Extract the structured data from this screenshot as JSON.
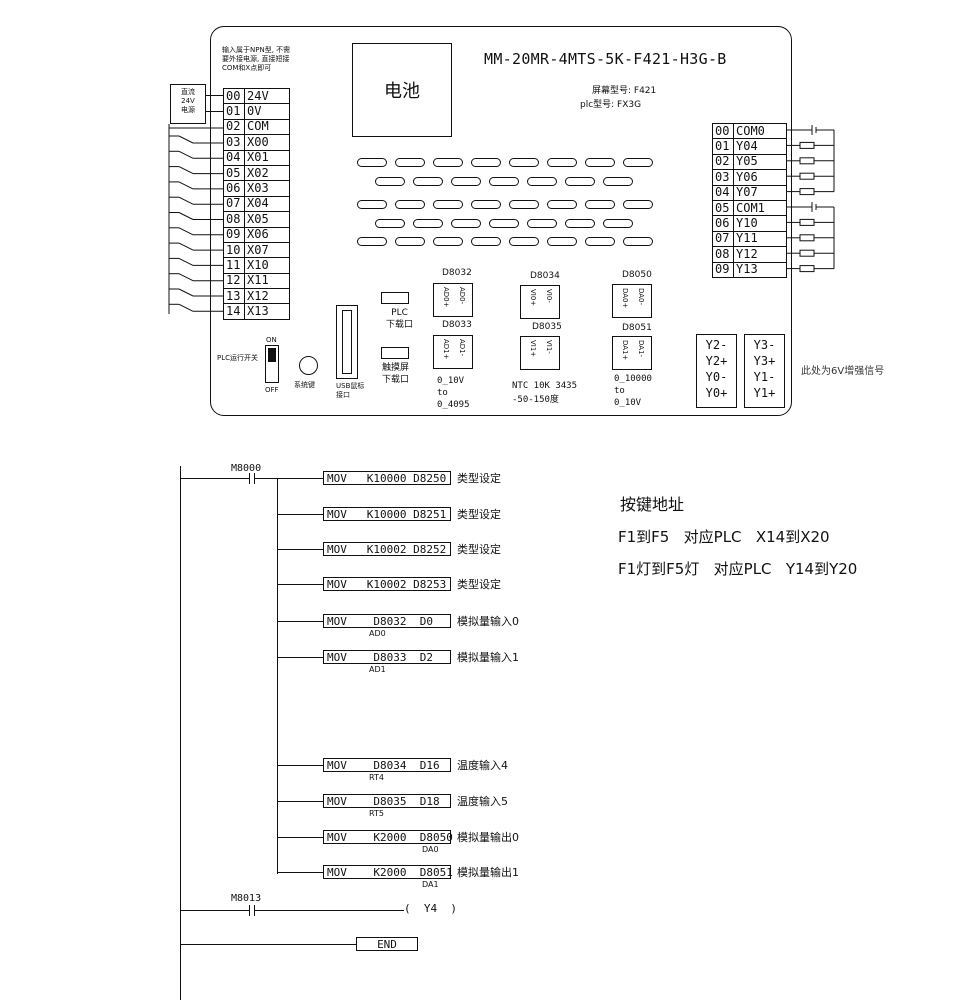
{
  "board": {
    "model": "MM-20MR-4MTS-5K-F421-H3G-B",
    "screen_model": "屏幕型号: F421",
    "plc_model": "plc型号: FX3G",
    "battery": "电池",
    "npn_note": [
      "输入属于NPN型, 不需",
      "要外接电源, 直接短接",
      "COM和X点即可"
    ],
    "dc_label": [
      "直流",
      "24V",
      "电源"
    ],
    "plc_run_switch": "PLC运行开关",
    "switch_on": "ON",
    "switch_off": "OFF",
    "system_key": "系统键",
    "usb_label": [
      "USB鼠标",
      "接口"
    ],
    "plc_download": [
      "PLC",
      "下载口"
    ],
    "touch_download": [
      "触摸屏",
      "下载口"
    ],
    "six_volt_note": "此处为6V增强信号"
  },
  "left_terminals": [
    {
      "n": "00",
      "l": "24V"
    },
    {
      "n": "01",
      "l": "0V"
    },
    {
      "n": "02",
      "l": "COM"
    },
    {
      "n": "03",
      "l": "X00"
    },
    {
      "n": "04",
      "l": "X01"
    },
    {
      "n": "05",
      "l": "X02"
    },
    {
      "n": "06",
      "l": "X03"
    },
    {
      "n": "07",
      "l": "X04"
    },
    {
      "n": "08",
      "l": "X05"
    },
    {
      "n": "09",
      "l": "X06"
    },
    {
      "n": "10",
      "l": "X07"
    },
    {
      "n": "11",
      "l": "X10"
    },
    {
      "n": "12",
      "l": "X11"
    },
    {
      "n": "13",
      "l": "X12"
    },
    {
      "n": "14",
      "l": "X13"
    }
  ],
  "right_terminals": [
    {
      "n": "00",
      "l": "COM0"
    },
    {
      "n": "01",
      "l": "Y04"
    },
    {
      "n": "02",
      "l": "Y05"
    },
    {
      "n": "03",
      "l": "Y06"
    },
    {
      "n": "04",
      "l": "Y07"
    },
    {
      "n": "05",
      "l": "COM1"
    },
    {
      "n": "06",
      "l": "Y10"
    },
    {
      "n": "07",
      "l": "Y11"
    },
    {
      "n": "08",
      "l": "Y12"
    },
    {
      "n": "09",
      "l": "Y13"
    }
  ],
  "analog": {
    "d8032": "D8032",
    "d8033": "D8033",
    "d8034": "D8034",
    "d8035": "D8035",
    "d8050": "D8050",
    "d8051": "D8051",
    "ad0p": "AD0+",
    "ad0m": "AD0-",
    "ad1p": "AD1+",
    "ad1m": "AD1-",
    "v10p": "VI0+",
    "v10m": "VI0-",
    "v11p": "VI1+",
    "v11m": "VI1-",
    "da0p": "DA0+",
    "da0m": "DA0-",
    "da1p": "DA1+",
    "da1m": "DA1-",
    "ad_range": [
      "0_10V",
      "to",
      "0_4095"
    ],
    "ntc": [
      "NTC 10K 3435",
      "-50-150度"
    ],
    "da_range": [
      "0_10000",
      "to",
      "0_10V"
    ]
  },
  "y_boxes": {
    "left": [
      "Y2-",
      "Y2+",
      "Y0-",
      "Y0+"
    ],
    "right": [
      "Y3-",
      "Y3+",
      "Y1-",
      "Y1+"
    ]
  },
  "ladder": {
    "m8000": "M8000",
    "m8013": "M8013",
    "rungs": [
      {
        "instr": "MOV   K10000 D8250",
        "comment": "类型设定",
        "sub": ""
      },
      {
        "instr": "MOV   K10000 D8251",
        "comment": "类型设定",
        "sub": ""
      },
      {
        "instr": "MOV   K10002 D8252",
        "comment": "类型设定",
        "sub": ""
      },
      {
        "instr": "MOV   K10002 D8253",
        "comment": "类型设定",
        "sub": ""
      },
      {
        "instr": "MOV    D8032  D0",
        "comment": "模拟量输入0",
        "sub": "AD0"
      },
      {
        "instr": "MOV    D8033  D2",
        "comment": "模拟量输入1",
        "sub": "AD1"
      },
      {
        "instr": "MOV    D8034  D16",
        "comment": "温度输入4",
        "sub": "RT4"
      },
      {
        "instr": "MOV    D8035  D18",
        "comment": "温度输入5",
        "sub": "RT5"
      },
      {
        "instr": "MOV    K2000  D8050",
        "comment": "模拟量输出0",
        "sub": "DA0"
      },
      {
        "instr": "MOV    K2000  D8051",
        "comment": "模拟量输出1",
        "sub": "DA1"
      }
    ],
    "coil": "(  Y4  )",
    "end": "END"
  },
  "notes": {
    "title": "按键地址",
    "line1": "F1到F5   对应PLC   X14到X20",
    "line2": "F1灯到F5灯   对应PLC   Y14到Y20"
  }
}
